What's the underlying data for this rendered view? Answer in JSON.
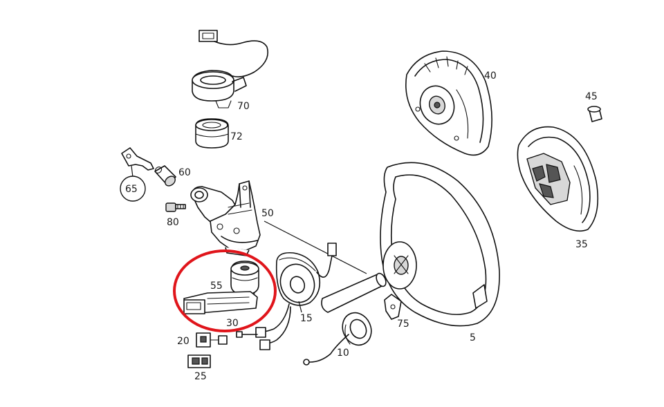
{
  "highlight_color": "#e0151b",
  "labels": {
    "p5": "5",
    "p10": "10",
    "p15": "15",
    "p20": "20",
    "p25": "25",
    "p30": "30",
    "p35": "35",
    "p40": "40",
    "p45": "45",
    "p50": "50",
    "p55": "55",
    "p60": "60",
    "p65": "65",
    "p70": "70",
    "p72": "72",
    "p75": "75",
    "p80": "80"
  }
}
